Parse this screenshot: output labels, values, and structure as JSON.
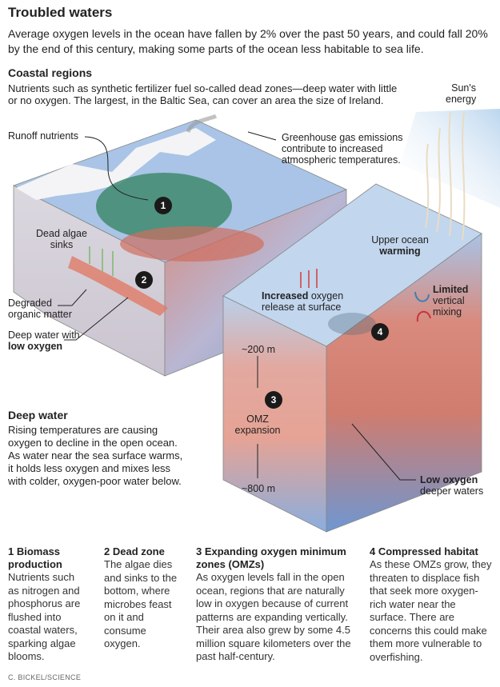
{
  "title": "Troubled waters",
  "subtitle": "Average oxygen levels in the ocean have fallen by 2% over the past 50 years, and could fall 20% by the end of this century, making some parts of the ocean less habitable to sea life.",
  "coastal": {
    "heading": "Coastal regions",
    "text": "Nutrients such as synthetic fertilizer fuel so-called dead zones—deep water with little or no oxygen. The largest, in the Baltic Sea, can cover an area the size of Ireland."
  },
  "labels": {
    "sun": "Sun's energy",
    "runoff": "Runoff nutrients",
    "greenhouse": "Greenhouse gas emissions contribute to increased atmospheric temperatures.",
    "dead_algae": "Dead algae sinks",
    "degraded": "Degraded organic matter",
    "deep_low_1": "Deep water with",
    "deep_low_2": "low oxygen",
    "upper_1": "Upper ocean",
    "upper_2": "warming",
    "increased_1": "Increased",
    "increased_2": "oxygen",
    "increased_3": "release at surface",
    "limited_1": "Limited",
    "limited_2": "vertical mixing",
    "m200": "~200 m",
    "omz": "OMZ expansion",
    "m800": "~800 m",
    "lowox_1": "Low oxygen",
    "lowox_2": "deeper waters"
  },
  "markers": [
    "1",
    "2",
    "3",
    "4"
  ],
  "deep": {
    "heading": "Deep water",
    "text": "Rising temperatures are causing oxygen to decline in the open ocean. As water near the sea surface warms, it holds less oxygen and mixes less with colder, oxygen-poor water below."
  },
  "columns": [
    {
      "title": "1 Biomass production",
      "text": "Nutrients such as nitrogen and phosphorus are flushed into coastal waters, sparking algae blooms."
    },
    {
      "title": "2 Dead zone",
      "text": "The algae dies and sinks to the bottom, where microbes feast on it and consume oxygen."
    },
    {
      "title": "3 Expanding oxygen minimum zones (OMZs)",
      "text": "As oxygen levels fall in the open ocean, regions that are naturally low in oxygen because of current patterns are expanding vertically. Their area also grew by some 4.5 million square kilometers over the past half-century."
    },
    {
      "title": "4 Compressed habitat",
      "text": "As these OMZs grow, they threaten to displace fish that seek more oxygen-rich water near the surface. There are concerns this could make them more vulnerable to overfishing."
    }
  ],
  "credit": "C. BICKEL/SCIENCE"
}
